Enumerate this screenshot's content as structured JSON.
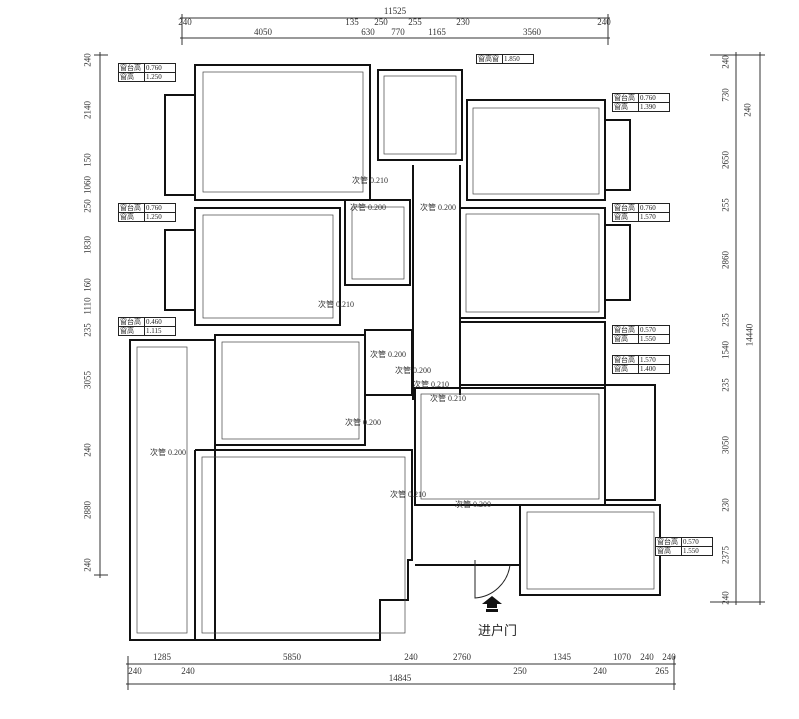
{
  "dimensions": {
    "top_total": "11525",
    "top": [
      "240",
      "4050",
      "135",
      "630",
      "250",
      "770",
      "255",
      "1165",
      "230",
      "3560",
      "240"
    ],
    "bottom_total": "14845",
    "bottom": [
      "1285",
      "5850",
      "240",
      "2760",
      "1345",
      "1070",
      "240",
      "240",
      "240",
      "240",
      "250",
      "240",
      "265"
    ],
    "left": [
      "240",
      "2140",
      "150",
      "1060",
      "250",
      "1830",
      "160",
      "1110",
      "235",
      "3055",
      "240",
      "2880",
      "240"
    ],
    "right_total": "14440",
    "right": [
      "240",
      "730",
      "240",
      "2650",
      "255",
      "2860",
      "235",
      "1540",
      "235",
      "3050",
      "230",
      "2375",
      "240"
    ]
  },
  "window_boxes": [
    {
      "sill_label": "窗台高",
      "sill": "0.760",
      "height_label": "窗高",
      "height": "1.250"
    },
    {
      "sill_label": "窗台高",
      "sill": "0.760",
      "height_label": "窗高",
      "height": "1.250"
    },
    {
      "sill_label": "窗台高",
      "sill": "0.460",
      "height_label": "窗高",
      "height": "1.115"
    },
    {
      "sill_label": "窗台高",
      "sill": "0.760",
      "height_label": "窗高",
      "height": "1.390"
    },
    {
      "sill_label": "窗台高",
      "sill": "0.760",
      "height_label": "窗高",
      "height": "1.570"
    },
    {
      "sill_label": "窗台高",
      "sill": "0.570",
      "height_label": "窗高",
      "height": "1.550"
    },
    {
      "sill_label": "窗台高",
      "sill": "1.570",
      "height_label": "窗高",
      "height": "1.400"
    },
    {
      "sill_label": "窗台高",
      "sill": "0.570",
      "height_label": "窗高",
      "height": "1.550"
    }
  ],
  "top_window_box": {
    "label": "窗高窗",
    "value": "1.850"
  },
  "level_labels": [
    "次管 0.210",
    "次管 0.200",
    "次管 0.200",
    "次管 0.210",
    "次管 0.200",
    "次管 0.200",
    "次管 0.210",
    "次管 0.200",
    "次管 0.200",
    "次管 0.210",
    "次管 0.200",
    "次管 0.210"
  ],
  "entry_label": "进户门"
}
